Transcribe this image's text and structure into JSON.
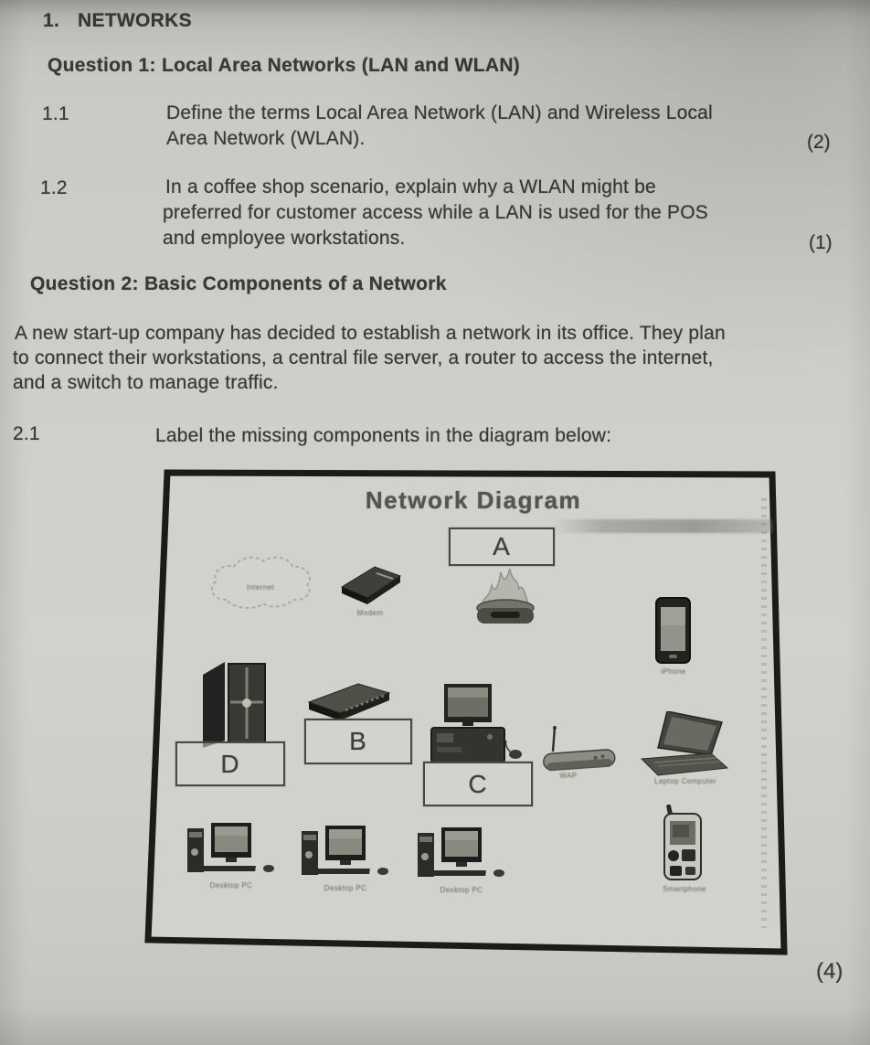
{
  "colors": {
    "paper": "#cdccc8",
    "ink": "#3a3937",
    "frame_border": "#1c1b19",
    "faded_ink": "#74736b"
  },
  "section": {
    "number": "1.",
    "title": "NETWORKS"
  },
  "question1": {
    "heading": "Question 1: Local Area Networks (LAN and WLAN)",
    "items": [
      {
        "number": "1.1",
        "lines": [
          "Define the terms Local Area Network (LAN) and Wireless Local",
          "Area Network (WLAN)."
        ],
        "marks": "(2)"
      },
      {
        "number": "1.2",
        "lines": [
          "In a coffee shop scenario, explain why a WLAN might be",
          "preferred for customer access while a LAN is used for the POS",
          "and employee workstations."
        ],
        "marks": "(1)"
      }
    ]
  },
  "question2": {
    "heading": "Question 2: Basic Components of a Network",
    "intro_lines": [
      "A new start-up company has decided to establish a network in its office. They plan",
      "to connect their workstations, a central file server, a router to access the internet,",
      "and a switch to manage traffic."
    ],
    "item": {
      "number": "2.1",
      "text": "Label the missing components in the diagram below:",
      "marks": "(4)"
    }
  },
  "diagram": {
    "title": "Network Diagram",
    "boxes": {
      "a": "A",
      "b": "B",
      "c": "C",
      "d": "D"
    },
    "captions": {
      "internet_cloud": "Internet",
      "modem": "Modem",
      "iphone": "iPhone",
      "wireless_access_point": "WAP",
      "laptop": "Laptop Computer",
      "desktop_pc_1": "Desktop PC",
      "desktop_pc_2": "Desktop PC",
      "desktop_pc_3": "Desktop PC",
      "smartphone": "Smartphone"
    }
  }
}
